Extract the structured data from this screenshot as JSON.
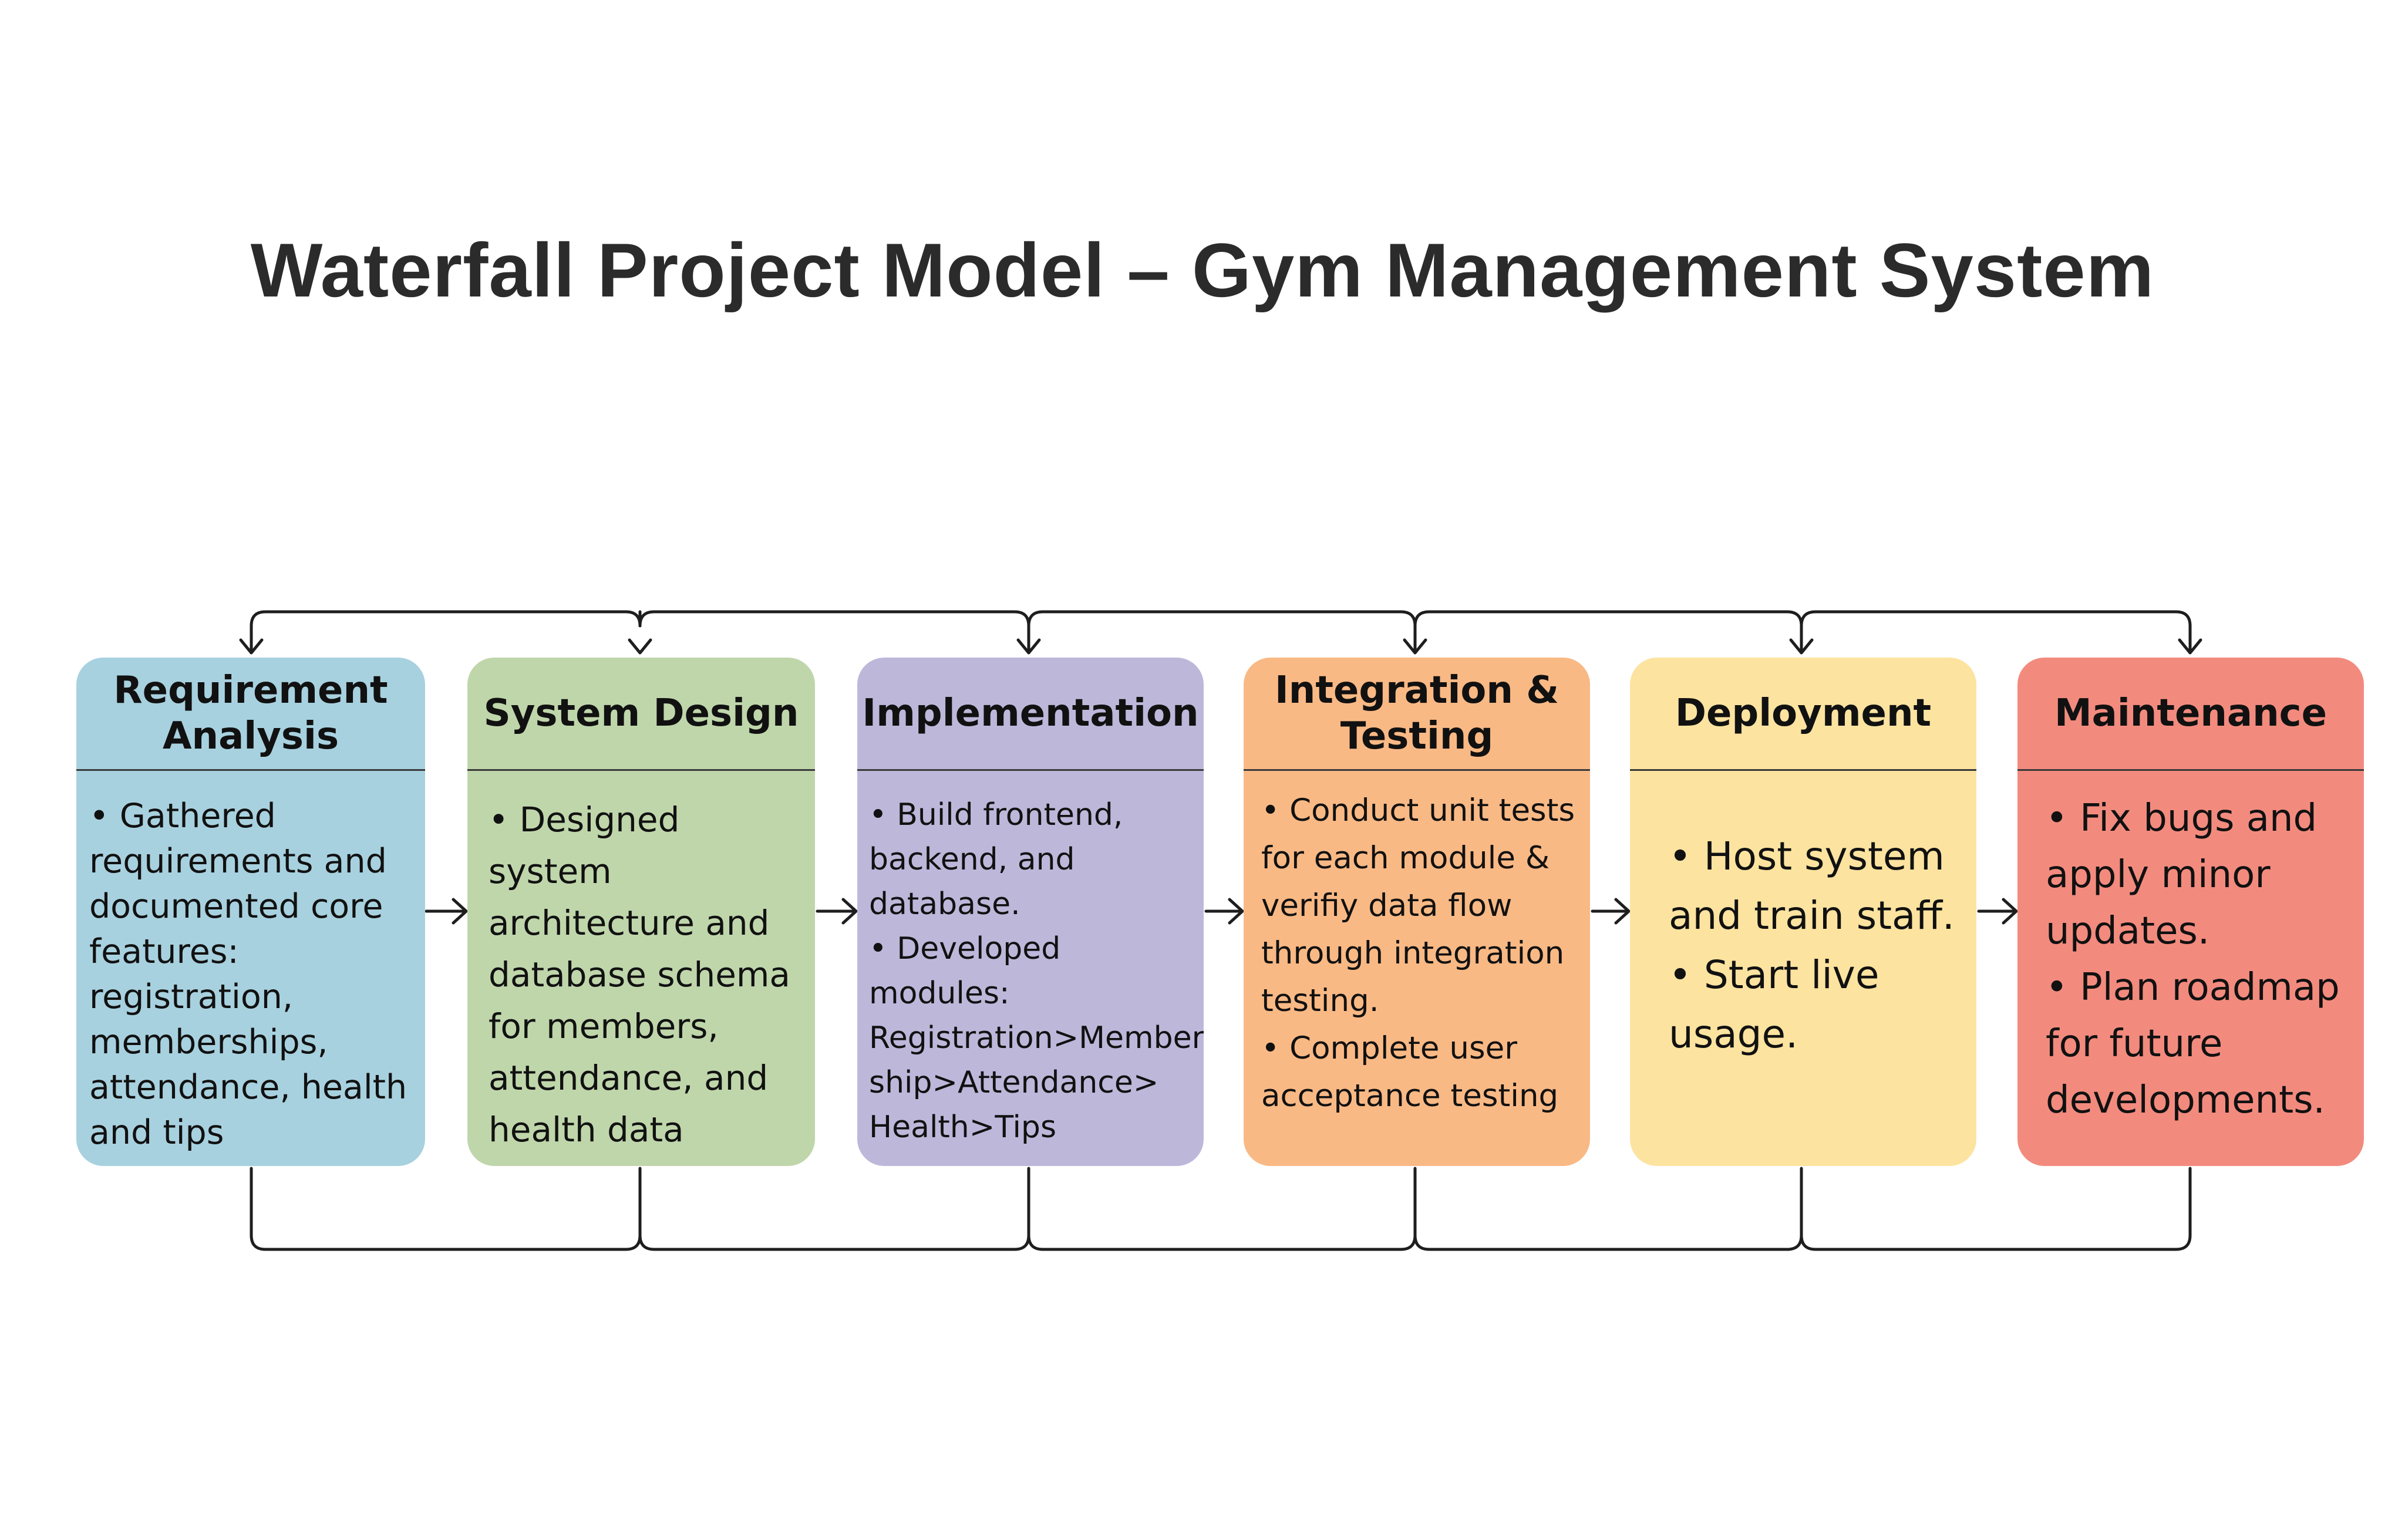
{
  "title": "Waterfall Project Model – Gym Management System",
  "colors": {
    "requirement": "#a8d1df",
    "design": "#bfd6ab",
    "implementation": "#bdb8da",
    "testing": "#f9b985",
    "deployment": "#fce3a0",
    "maintenance": "#f28b7e",
    "line": "#1e1e1e"
  },
  "stages": [
    {
      "title": "Requirement\nAnalysis",
      "points": [
        "• Gathered requirements and documented core features: registration, memberships, attendance, health and tips"
      ]
    },
    {
      "title": "System Design",
      "points": [
        "• Designed system architecture and database schema for members, attendance, and health data"
      ]
    },
    {
      "title": "Implementation",
      "points": [
        "• Build frontend, backend, and database.",
        "• Developed modules: Registration>Member-ship>Attendance> Health>Tips"
      ]
    },
    {
      "title": "Integration &\nTesting",
      "points": [
        "• Conduct unit tests for each module & verifiy data flow through integration testing.",
        "• Complete user acceptance testing"
      ]
    },
    {
      "title": "Deployment",
      "points": [
        "• Host system and train staff.",
        "• Start live usage."
      ]
    },
    {
      "title": "Maintenance",
      "points": [
        "• Fix bugs and apply minor updates.",
        "• Plan roadmap for future developments."
      ]
    }
  ]
}
